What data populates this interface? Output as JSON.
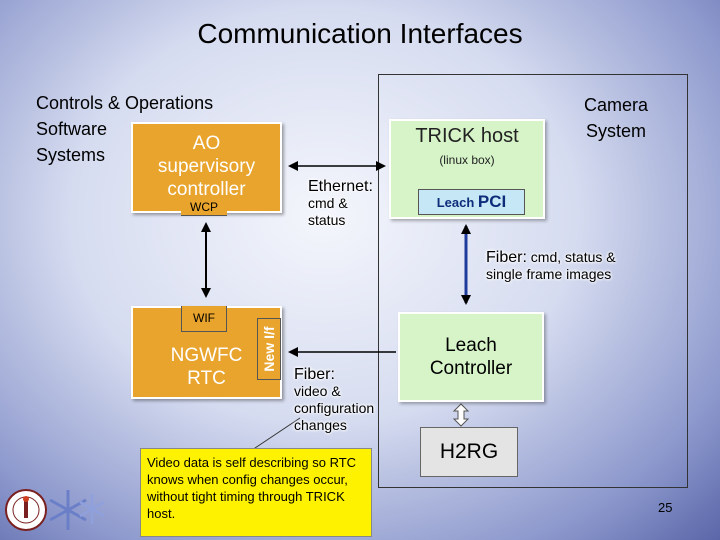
{
  "title": "Communication Interfaces",
  "controls_label": [
    "Controls & Operations",
    "Software",
    "Systems"
  ],
  "camera_label": [
    "Camera",
    "System"
  ],
  "ao_box": {
    "lines": [
      "AO",
      "supervisory",
      "controller"
    ],
    "tag": "WCP"
  },
  "ngwfc_box": {
    "lines": [
      "NGWFC",
      "RTC"
    ],
    "tag": "WIF",
    "side_tag": "New I/f"
  },
  "trick_host": {
    "title": "TRICK host",
    "subtitle": "(linux box)",
    "pci_prefix": "Leach",
    "pci_suffix": "PCI"
  },
  "leach_controller": {
    "lines": [
      "Leach",
      "Controller"
    ]
  },
  "h2rg": "H2RG",
  "ethernet_label": {
    "head": "Ethernet:",
    "body": [
      "cmd &",
      "status"
    ]
  },
  "fiber1_label": {
    "head": "Fiber:",
    "head_rest": "cmd, status &",
    "body": [
      "single frame images"
    ]
  },
  "fiber2_label": {
    "head": "Fiber:",
    "body": [
      "video &",
      "configuration",
      "changes"
    ]
  },
  "note": "Video data is self describing so RTC knows when config changes occur, without tight timing through TRICK host.",
  "page_number": "25",
  "colors": {
    "orange_box": "#e8a42c",
    "green_box": "#d6f4c8",
    "note_box": "#fff200",
    "pci_box": "#c6e8f6"
  }
}
